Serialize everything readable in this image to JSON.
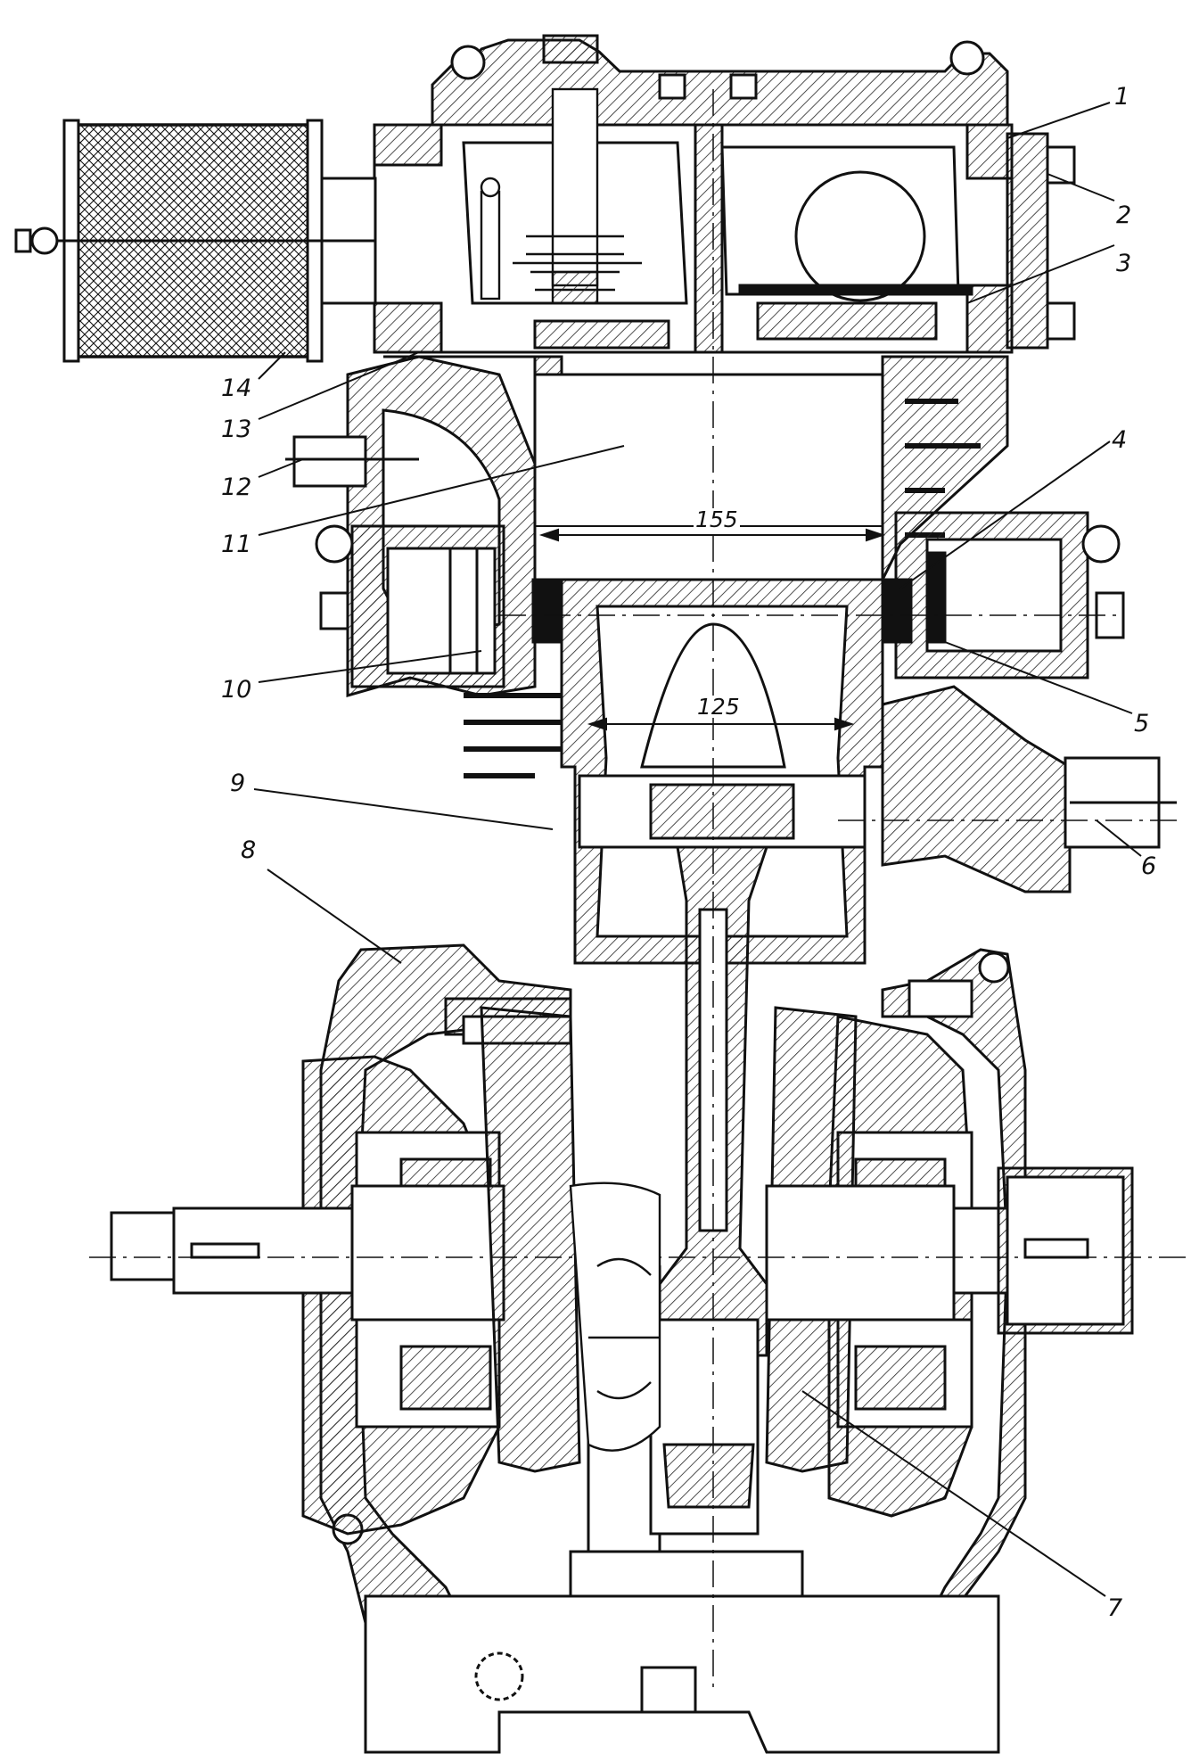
{
  "figure": {
    "callouts": [
      "1",
      "2",
      "3",
      "4",
      "5",
      "6",
      "7",
      "8",
      "9",
      "10",
      "11",
      "12",
      "13",
      "14"
    ],
    "dimensions": {
      "cylinder_bore": "155",
      "piston_skirt": "125"
    }
  },
  "colors": {
    "ink": "#111111",
    "hatch": "#222222",
    "paper": "#ffffff"
  }
}
